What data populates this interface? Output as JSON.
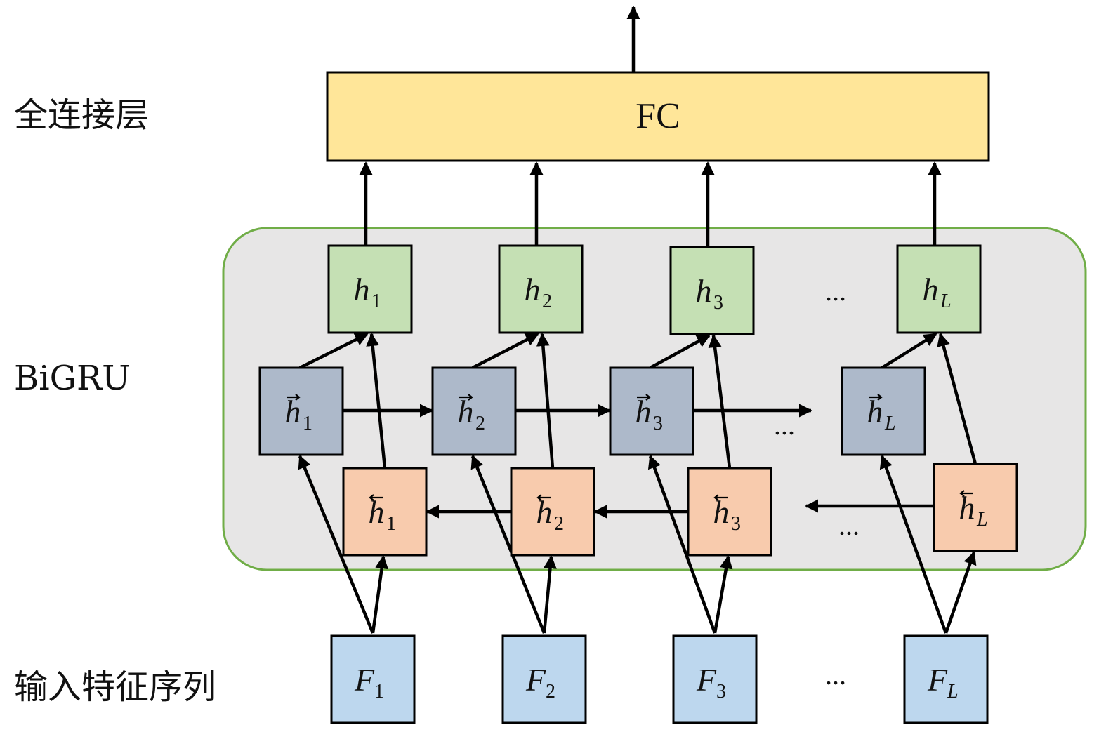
{
  "side_labels": {
    "fc_layer": "全连接层",
    "bigru": "BiGRU",
    "input_seq": "输入特征序列"
  },
  "fc": {
    "label": "FC",
    "color": "#ffe699"
  },
  "colors": {
    "output": "#c5e0b4",
    "forward": "#adb9ca",
    "backward": "#f8cbad",
    "input": "#bdd7ee",
    "panel": "#e7e6e6",
    "panel_border": "#70ad47"
  },
  "ellipsis": "...",
  "columns": [
    {
      "output": {
        "sym": "h",
        "sub": "1"
      },
      "forward": {
        "sym": "h",
        "sub": "1"
      },
      "backward": {
        "sym": "h",
        "sub": "1"
      },
      "input": {
        "sym": "F",
        "sub": "1"
      }
    },
    {
      "output": {
        "sym": "h",
        "sub": "2"
      },
      "forward": {
        "sym": "h",
        "sub": "2"
      },
      "backward": {
        "sym": "h",
        "sub": "2"
      },
      "input": {
        "sym": "F",
        "sub": "2"
      }
    },
    {
      "output": {
        "sym": "h",
        "sub": "3"
      },
      "forward": {
        "sym": "h",
        "sub": "3"
      },
      "backward": {
        "sym": "h",
        "sub": "3"
      },
      "input": {
        "sym": "F",
        "sub": "3"
      }
    },
    {
      "output": {
        "sym": "h",
        "sub": "L"
      },
      "forward": {
        "sym": "h",
        "sub": "L"
      },
      "backward": {
        "sym": "h",
        "sub": "L"
      },
      "input": {
        "sym": "F",
        "sub": "L"
      }
    }
  ]
}
